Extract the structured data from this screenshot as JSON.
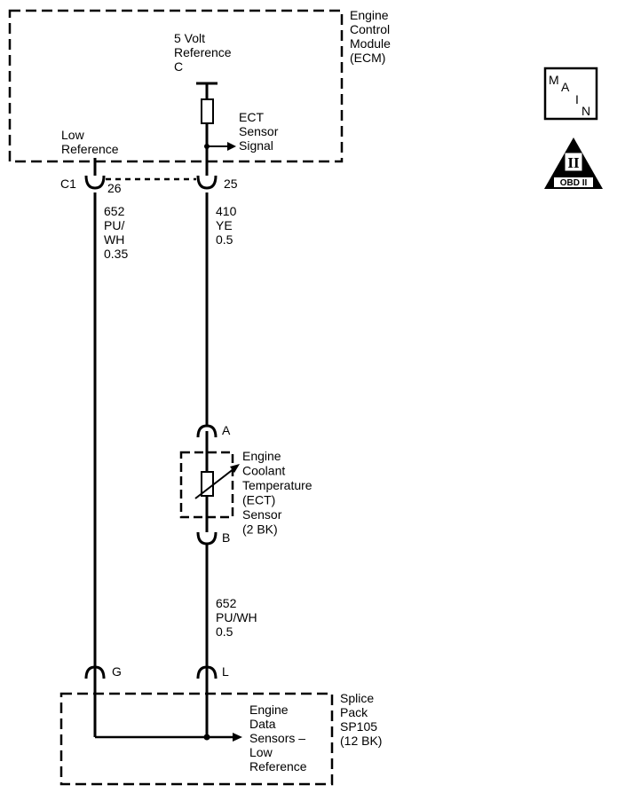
{
  "ecm": {
    "label_lines": [
      "Engine",
      "Control",
      "Module",
      "(ECM)"
    ],
    "ref_lines": [
      "5 Volt",
      "Reference",
      "C"
    ],
    "signal_lines": [
      "ECT",
      "Sensor",
      "Signal"
    ],
    "low_ref_lines": [
      "Low",
      "Reference"
    ]
  },
  "connector": {
    "name": "C1",
    "pin_left": "26",
    "pin_right": "25"
  },
  "wire_left": [
    "652",
    "PU/",
    "WH",
    "0.35"
  ],
  "wire_right": [
    "410",
    "YE",
    "0.5"
  ],
  "sensor": {
    "label_lines": [
      "Engine",
      "Coolant",
      "Temperature",
      "(ECT)",
      "Sensor",
      "(2 BK)"
    ],
    "pin_a": "A",
    "pin_b": "B"
  },
  "wire_bottom": [
    "652",
    "PU/WH",
    "0.5"
  ],
  "splice": {
    "pin_g": "G",
    "pin_l": "L",
    "label_lines": [
      "Splice",
      "Pack",
      "SP105",
      "(12 BK)"
    ],
    "output_lines": [
      "Engine",
      "Data",
      "Sensors –",
      "Low",
      "Reference"
    ]
  },
  "badges": {
    "main_letters": [
      "M",
      "A",
      "I",
      "N"
    ],
    "obd_numeral": "II",
    "obd_label": "OBD II"
  }
}
